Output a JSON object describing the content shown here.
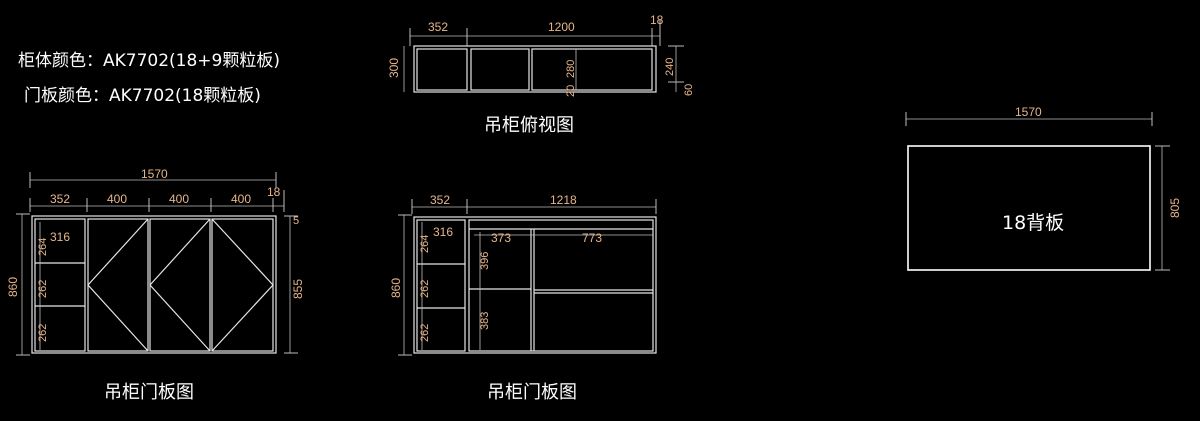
{
  "notes": {
    "line1": "柜体颜色：AK7702(18+9颗粒板)",
    "line2": "门板颜色：AK7702(18颗粒板)"
  },
  "top_view": {
    "title": "吊柜俯视图",
    "dims": {
      "w_left": "352",
      "w_main": "1200",
      "w_edge": "18",
      "h_total": "300",
      "h_inner": "280",
      "h_bottom": "20",
      "h_right": "240",
      "h_right_low": "60"
    }
  },
  "front_left": {
    "title": "吊柜门板图",
    "dims": {
      "total": "1570",
      "c1": "352",
      "c2": "400",
      "c3": "400",
      "c4": "400",
      "edge": "18",
      "top_right": "5",
      "h_total": "860",
      "h_right": "855",
      "inner_w": "316",
      "s1": "264",
      "s2": "262",
      "s3": "262"
    }
  },
  "front_right": {
    "title": "吊柜门板图",
    "dims": {
      "w_left": "352",
      "w_right": "1218",
      "h_total": "860",
      "inner_w": "316",
      "s1": "264",
      "s2": "262",
      "s3": "262",
      "mid_w1": "373",
      "mid_w2": "773",
      "mh1": "396",
      "mh2": "383"
    }
  },
  "back_panel": {
    "label": "18背板",
    "w": "1570",
    "h": "805"
  }
}
